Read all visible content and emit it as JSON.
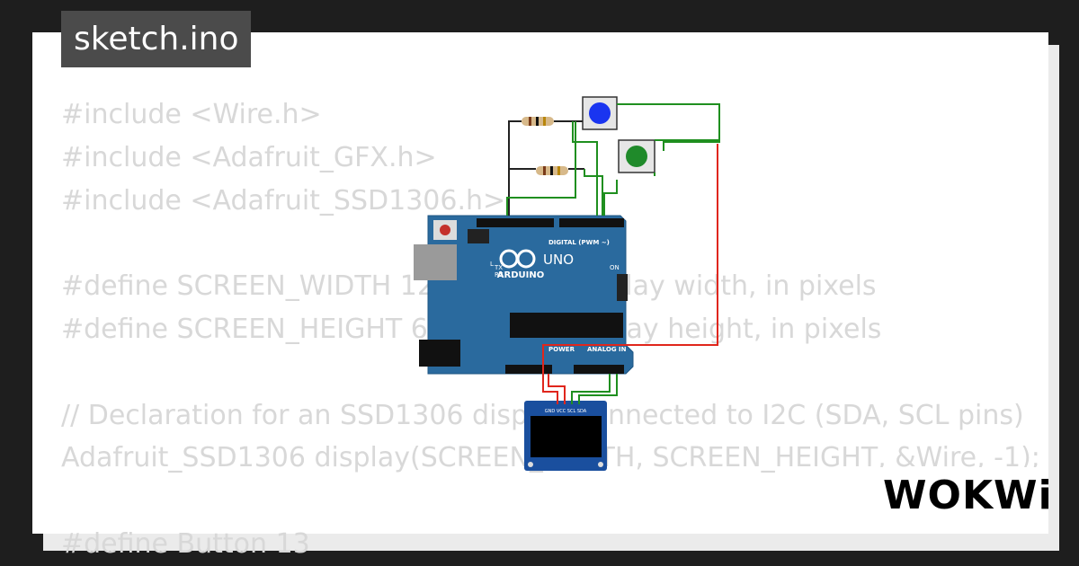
{
  "title": "sketch.ino",
  "code_lines": [
    "#include <Wire.h>",
    "#include <Adafruit_GFX.h>",
    "#include <Adafruit_SSD1306.h>",
    "",
    "#define SCREEN_WIDTH 128 // OLED display width, in pixels",
    "#define SCREEN_HEIGHT 64 // OLED display height, in pixels",
    "",
    "// Declaration for an SSD1306 display connected to I2C (SDA, SCL pins)",
    "Adafruit_SSD1306 display(SCREEN_WIDTH, SCREEN_HEIGHT, &Wire, -1);",
    "",
    "#define Button 13"
  ],
  "board": {
    "name": "UNO",
    "brand": "ARDUINO",
    "header_label": "DIGITAL (PWM ~)",
    "power_label": "POWER",
    "analog_label": "ANALOG IN",
    "on_label": "ON",
    "l_label": "L",
    "tx_label": "TX",
    "rx_label": "RX"
  },
  "oled": {
    "pin_labels": "GND VCC SCL SDA"
  },
  "brand_logo": "WOKWi",
  "colors": {
    "board": "#2a6a9e",
    "button_blue": "#1a35f0",
    "button_green": "#1f8a2a",
    "wire_green": "#1f8f1f",
    "wire_red": "#e0261c",
    "wire_black": "#222222"
  }
}
